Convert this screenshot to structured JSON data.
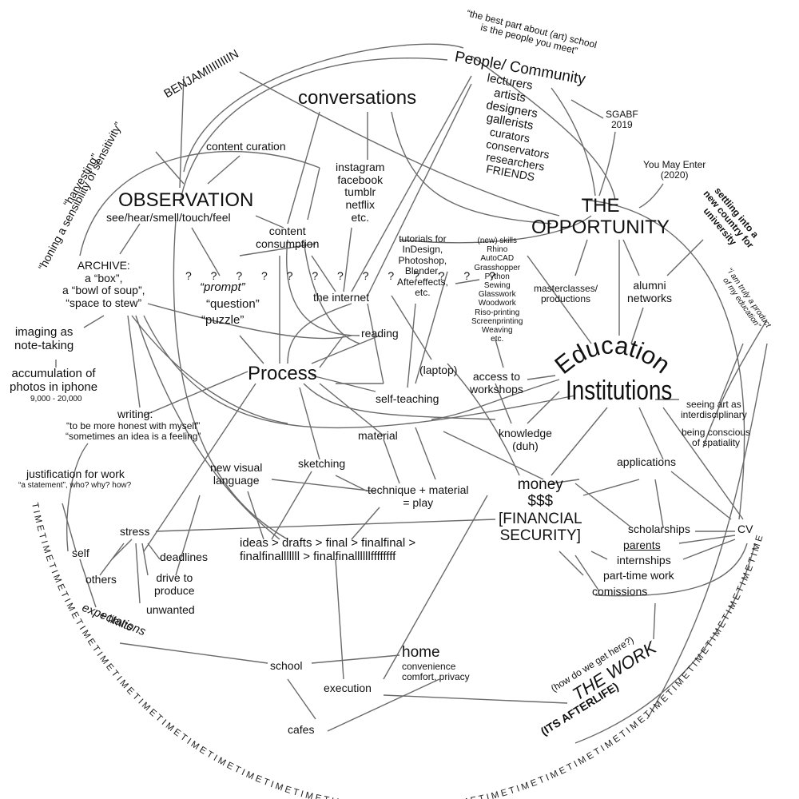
{
  "nodes": {
    "quote_people": [
      "“the best part about (art) school",
      "is the people you meet”"
    ],
    "benjamin": [
      "BENJAMIIIIIIIIN"
    ],
    "people_community": [
      "People/ Community"
    ],
    "people_list": [
      "lecturers",
      "artists",
      "designers",
      "gallerists",
      "curators",
      "conservators",
      "researchers",
      "FRIENDS"
    ],
    "sgabf": [
      "SGABF",
      "2019"
    ],
    "you_may_enter": [
      "You May Enter",
      "(2020)"
    ],
    "settling": [
      "settling into a",
      "new country for",
      "university"
    ],
    "truly_product": [
      "“i am truly a product",
      "of my education”"
    ],
    "conversations": [
      "conversations"
    ],
    "harvesting": [
      "“harvesting”"
    ],
    "honing": [
      "“honing a sensibility of sensitivity”"
    ],
    "content_curation": [
      "content curation"
    ],
    "instagram": [
      "instagram",
      "facebook",
      "tumblr",
      "netflix",
      "etc."
    ],
    "observation": [
      "OBSERVATION"
    ],
    "senses": [
      "see/hear/smell/touch/feel"
    ],
    "content_consumption": [
      "content",
      "consumption"
    ],
    "the_opportunity": [
      "THE",
      "OPPORTUNITY"
    ],
    "tutorials": [
      "tutorials for",
      "InDesign,",
      "Photoshop,",
      "Blender,",
      "Aftereffects,",
      "etc."
    ],
    "skills": [
      "(new) skills",
      "Rhino",
      "AutoCAD",
      "Grasshopper",
      "Python",
      "Sewing",
      "Glasswork",
      "Woodwork",
      "Riso-printing",
      "Screenprinting",
      "Weaving",
      "etc."
    ],
    "masterclasses": [
      "masterclasses/",
      "productions"
    ],
    "alumni": [
      "alumni",
      "networks"
    ],
    "archive": [
      "ARCHIVE:",
      "a “box”,",
      "a “bowl of soup”,",
      "“space to stew”"
    ],
    "prompt": [
      "“prompt”"
    ],
    "question": [
      "“question”"
    ],
    "puzzle": [
      "“puzzle”"
    ],
    "marks": "? ? ? ? ? ? ? ? ? ? ? ? ?",
    "the_internet": [
      "the internet"
    ],
    "reading": [
      "reading"
    ],
    "imaging": [
      "imaging as",
      "note-taking"
    ],
    "accumulation": [
      "accumulation of",
      "photos in iphone"
    ],
    "photo_count": [
      "9,000 - 20,000"
    ],
    "educational": "Educational",
    "institutions": "Institutions",
    "laptop": [
      "(laptop)"
    ],
    "access_workshops": [
      "access to",
      "workshops"
    ],
    "process": [
      "Process"
    ],
    "self_teaching": [
      "self-teaching"
    ],
    "seeing_art": [
      "seeing art as",
      "interdisciplinary"
    ],
    "writing": [
      "writing:"
    ],
    "writing_quotes": [
      "“to be more honest with myself”",
      "“sometimes an idea is a feeling”"
    ],
    "knowledge": [
      "knowledge",
      "(duh)"
    ],
    "material": [
      "material"
    ],
    "conscious": [
      "being conscious",
      "of spatiality"
    ],
    "justification": [
      "justification for work"
    ],
    "justification_sub": [
      "“a statement”, who? why? how?"
    ],
    "sketching": [
      "sketching"
    ],
    "new_visual": [
      "new visual",
      "language"
    ],
    "applications": [
      "applications"
    ],
    "money": [
      "money",
      "$$$",
      "[FINANCIAL",
      "SECURITY]"
    ],
    "technique": [
      "technique + material",
      "= play"
    ],
    "stress": [
      "stress"
    ],
    "ideas": [
      "ideas > drafts > final > finalfinal >",
      "finalfinalllllll > finalfinallllllffffffff"
    ],
    "scholarships": [
      "scholarships"
    ],
    "cv": [
      "CV"
    ],
    "self": [
      "self"
    ],
    "deadlines": [
      "deadlines"
    ],
    "parents": [
      "parents"
    ],
    "internships": [
      "internships"
    ],
    "others": [
      "others"
    ],
    "drive": [
      "drive to",
      "produce"
    ],
    "part_time": [
      "part-time work"
    ],
    "comissions": [
      "comissions"
    ],
    "unwanted": [
      "unwanted"
    ],
    "expectations": [
      "expectations"
    ],
    "limits": [
      "+ limits"
    ],
    "how_get_here": [
      "(how do we get here?)"
    ],
    "the_work": [
      "THE WORK"
    ],
    "afterlife": [
      "(ITS AFTERLIFE)"
    ],
    "home": [
      "home"
    ],
    "home_sub": [
      "convenience",
      "comfort, privacy"
    ],
    "school": [
      "school"
    ],
    "execution": [
      "execution"
    ],
    "cafes": [
      "cafes"
    ],
    "time_ring": "TIMETIMETIMETIMETIMETIMETIMETIMETIMETIMETIMETIMETIMETIMETIMETIMETIMETIMETIMETIMETIMETIMETIMETIMETIMETIMETIMETIMETIMETIMETIMETIME"
  }
}
